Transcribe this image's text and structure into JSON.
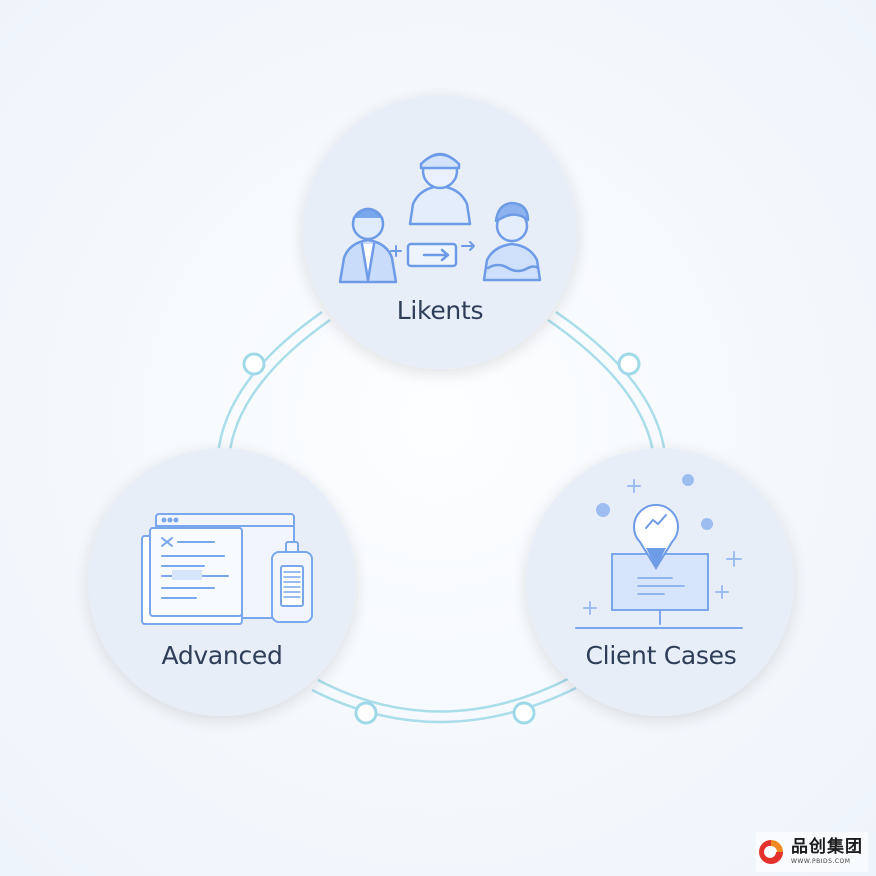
{
  "nodes": {
    "top": {
      "label": "Likents"
    },
    "left": {
      "label": "Advanced"
    },
    "right": {
      "label": "Client Cases"
    }
  },
  "brand": {
    "name": "品创集团",
    "url": "WWW.PBIDS.COM"
  },
  "colors": {
    "line": "#a9dde9",
    "circle_fill": "#e6edf8",
    "icon_stroke": "#6e9be6",
    "icon_fill": "#dbe8fb",
    "label": "#2e3d58",
    "brand_red": "#e2322b"
  }
}
